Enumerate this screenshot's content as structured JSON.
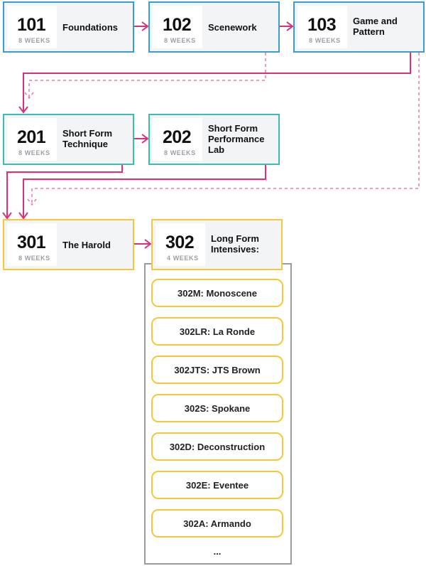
{
  "colors": {
    "level100": "#3b9bd3",
    "level200": "#3dbcb5",
    "level300": "#f3c93b",
    "arrow": "#d6307f",
    "optional_arrow": "#e37aaa"
  },
  "courses": {
    "c101": {
      "number": "101",
      "weeks": "8 WEEKS",
      "title": "Foundations"
    },
    "c102": {
      "number": "102",
      "weeks": "8 WEEKS",
      "title": "Scenework"
    },
    "c103": {
      "number": "103",
      "weeks": "8 WEEKS",
      "title_line1": "Game and",
      "title_line2": "Pattern"
    },
    "c201": {
      "number": "201",
      "weeks": "8 WEEKS",
      "title_line1": "Short Form",
      "title_line2": "Technique"
    },
    "c202": {
      "number": "202",
      "weeks": "8 WEEKS",
      "title_line1": "Short Form",
      "title_line2": "Performance",
      "title_line3": "Lab"
    },
    "c301": {
      "number": "301",
      "weeks": "8 WEEKS",
      "title": "The Harold"
    },
    "c302": {
      "number": "302",
      "weeks": "4 WEEKS",
      "title_line1": "Long Form",
      "title_line2": "Intensives:"
    }
  },
  "intensives": [
    "302M: Monoscene",
    "302LR: La Ronde",
    "302JTS: JTS Brown",
    "302S: Spokane",
    "302D: Deconstruction",
    "302E: Eventee",
    "302A: Armando"
  ],
  "more_label": "..."
}
